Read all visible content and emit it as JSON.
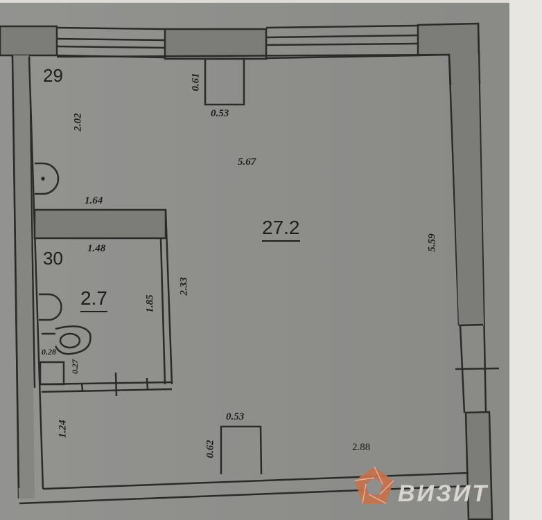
{
  "plan": {
    "rooms": [
      {
        "number": "29",
        "area": "27.2"
      },
      {
        "number": "30",
        "area": "2.7"
      }
    ],
    "dimensions": {
      "main_width_top": "5.67",
      "main_height_right": "5.59",
      "main_width_bottom": "2.88",
      "left_upper_height": "2.02",
      "left_lower_height": "1.24",
      "corridor_width": "1.64",
      "center_height": "2.33",
      "bath_width": "1.48",
      "bath_height": "1.85",
      "top_column_width": "0.53",
      "top_column_depth": "0.61",
      "bottom_column_width": "0.53",
      "bottom_column_depth": "0.62",
      "shaft_width": "0.28",
      "shaft_depth": "0.27"
    }
  },
  "watermark": {
    "text": "ВИЗИТ",
    "logo_color": "#c8714a"
  }
}
